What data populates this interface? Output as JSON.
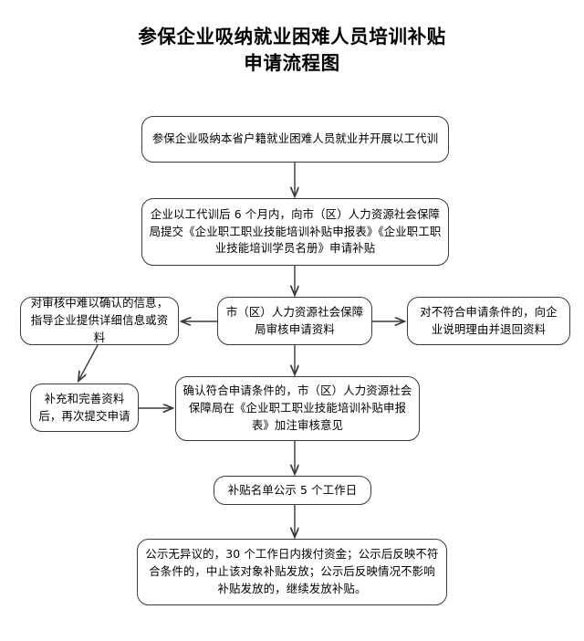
{
  "title": {
    "line1": "参保企业吸纳就业困难人员培训补贴",
    "line2": "申请流程图"
  },
  "colors": {
    "stroke": "#3a3a3a",
    "text": "#000000",
    "background": "#ffffff"
  },
  "chart_data": {
    "type": "diagram",
    "subtype": "flowchart",
    "title": "参保企业吸纳就业困难人员培训补贴申请流程图",
    "orientation": "top-to-bottom",
    "nodes": [
      {
        "id": "start",
        "shape": "rounded-rectangle",
        "text": "参保企业吸纳本省户籍就业困难人员就业并开展以工代训"
      },
      {
        "id": "submit",
        "shape": "rounded-rectangle",
        "text": "企业以工代训后 6 个月内，向市（区）人力资源社会保障局提交《企业职工职业技能培训补贴申报表》《企业职工职业技能培训学员名册》申请补贴"
      },
      {
        "id": "clarify",
        "shape": "rounded-rectangle",
        "text": "对审核中难以确认的信息，指导企业提供详细信息或资料"
      },
      {
        "id": "review",
        "shape": "rounded-rectangle",
        "text": "市（区）人力资源社会保障局审核申请资料"
      },
      {
        "id": "reject",
        "shape": "rounded-rectangle",
        "text": "对不符合申请条件的，向企业说明理由并退回资料"
      },
      {
        "id": "resubmit",
        "shape": "rounded-rectangle",
        "text": "补充和完善资料后，再次提交申请"
      },
      {
        "id": "approve",
        "shape": "rounded-rectangle",
        "text": "确认符合申请条件的，市（区）人力资源社会保障局在《企业职工职业技能培训补贴申报表》加注审核意见"
      },
      {
        "id": "publicity",
        "shape": "rounded-rectangle",
        "text": "补贴名单公示 5 个工作日"
      },
      {
        "id": "payout",
        "shape": "rounded-rectangle",
        "text": "公示无异议的，30 个工作日内拨付资金；公示后反映不符合条件的，中止该对象补贴发放；公示后反映情况不影响补贴发放的，继续发放补贴。"
      }
    ],
    "edges": [
      {
        "from": "start",
        "to": "submit",
        "style": "arrow"
      },
      {
        "from": "submit",
        "to": "review",
        "style": "arrow"
      },
      {
        "from": "review",
        "to": "clarify",
        "style": "arrow"
      },
      {
        "from": "review",
        "to": "reject",
        "style": "arrow"
      },
      {
        "from": "review",
        "to": "approve",
        "style": "arrow"
      },
      {
        "from": "clarify",
        "to": "resubmit",
        "style": "arrow"
      },
      {
        "from": "resubmit",
        "to": "approve",
        "style": "arrow"
      },
      {
        "from": "approve",
        "to": "publicity",
        "style": "arrow"
      },
      {
        "from": "publicity",
        "to": "payout",
        "style": "arrow"
      }
    ]
  },
  "nodes": {
    "start": {
      "text": "参保企业吸纳本省户籍就业困难人员就业并开展以工代训"
    },
    "submit": {
      "text": "企业以工代训后 6 个月内，向市（区）人力资源社会保障局提交《企业职工职业技能培训补贴申报表》《企业职工职业技能培训学员名册》申请补贴"
    },
    "clarify": {
      "text": "对审核中难以确认的信息，指导企业提供详细信息或资料"
    },
    "review": {
      "text": "市（区）人力资源社会保障局审核申请资料"
    },
    "reject": {
      "text": "对不符合申请条件的，向企业说明理由并退回资料"
    },
    "resubmit": {
      "text": "补充和完善资料后，再次提交申请"
    },
    "approve": {
      "text": "确认符合申请条件的，市（区）人力资源社会保障局在《企业职工职业技能培训补贴申报表》加注审核意见"
    },
    "publicity": {
      "text": "补贴名单公示 5 个工作日"
    },
    "payout": {
      "text": "公示无异议的，30 个工作日内拨付资金；公示后反映不符合条件的，中止该对象补贴发放；公示后反映情况不影响补贴发放的，继续发放补贴。"
    }
  }
}
